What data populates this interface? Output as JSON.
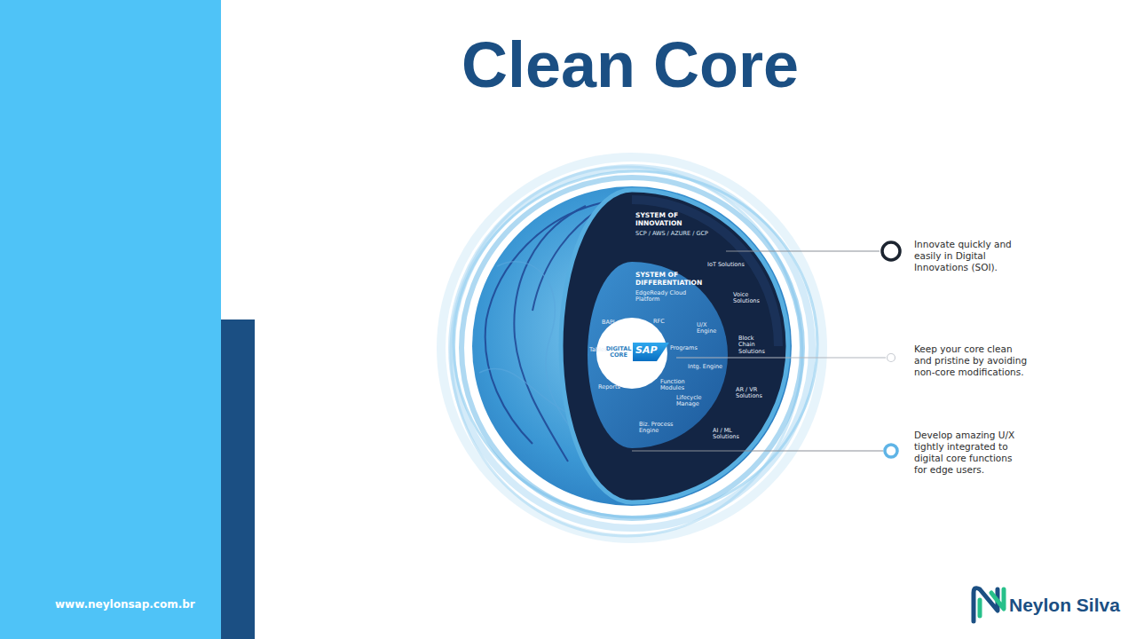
{
  "diagram": {
    "title": "Clean Core",
    "nodes": [
      {
        "text": [
          "SYSTEM OF INNOVATION",
          "SCP / AWS / AZURE / GCP"
        ]
      },
      {
        "text": [
          "SYSTEM OF DIFFERENTIATION",
          "EdgeReady Cloud Platform"
        ],
        "in": 0
      },
      {
        "text": [
          "DIGITAL CORE",
          "SAP"
        ],
        "in": 1
      }
    ],
    "labels": [
      "IoT Solutions",
      "Voice Solutions",
      "Block Chain Solutions",
      "AR / VR Solutions",
      "AI / ML Solutions",
      "U/X Engine",
      "Intg. Engine",
      "Programs",
      "RFC",
      "BAPI",
      "Tables",
      "Reports",
      "Function Modules",
      "Lifecycle Manage",
      "Biz. Process Engine",
      "Innovate quickly and easily in Digital Innovations (SOI).",
      "Keep your core clean and pristine by avoiding non-core modifications.",
      "Develop amazing U/X tightly integrated to digital core functions for edge users.",
      "www.neylonsap.com.br",
      "Neylon Silva"
    ]
  }
}
